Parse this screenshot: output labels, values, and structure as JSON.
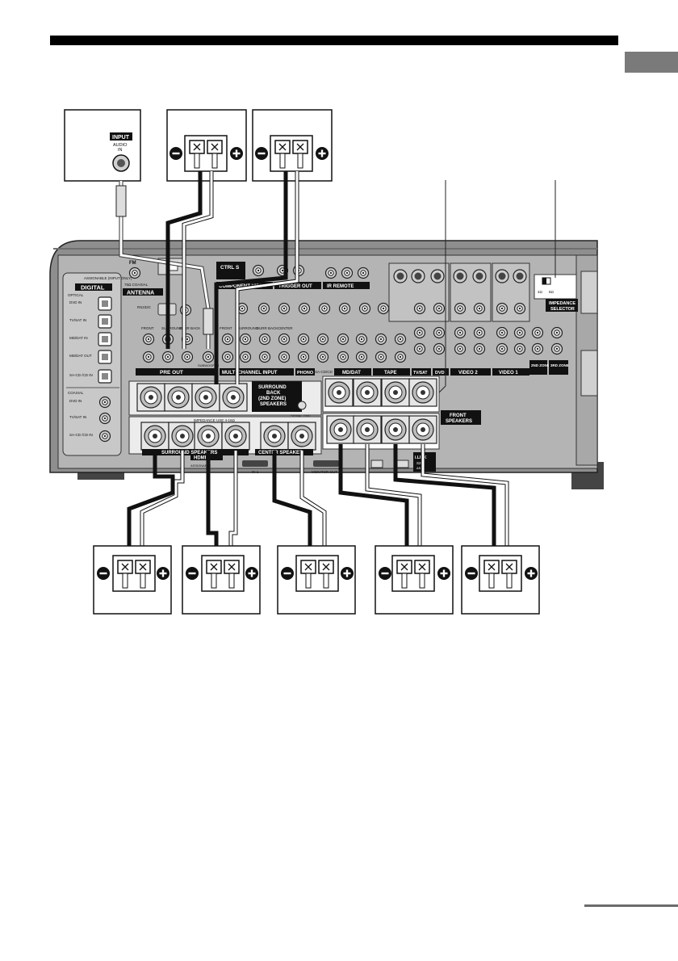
{
  "diagram": {
    "subwoofer_box": {
      "input": "INPUT",
      "audio_in_1": "AUDIO",
      "audio_in_2": "IN"
    },
    "rear_panel": {
      "digital_header": "DIGITAL",
      "assignable_input_only": "ASSIGNABLE (INPUT ONLY)",
      "optical": "OPTICAL",
      "optical_inputs": [
        "DVD IN",
        "TV/SAT IN",
        "MD/DAT IN",
        "MD/DAT OUT",
        "SA-CD /CD IN"
      ],
      "coaxial": "COAXIAL",
      "coaxial_inputs": [
        "DVD IN",
        "TV/SAT IN",
        "SA-CD /CD IN"
      ],
      "fm": "FM",
      "fm_coaxial": "75Ω COAXIAL",
      "antenna": "ANTENNA",
      "rs232c": "RS232C",
      "ctrl_s": "CTRL S",
      "component_video": "COMPONENT VIDEO",
      "trigger_out": "TRIGGER OUT",
      "ir_remote": "IR REMOTE",
      "preout": "PRE OUT",
      "multi_channel_input": "MULTI CHANNEL INPUT",
      "preout_cols": [
        "FRONT",
        "SURROUND",
        "SURR BACK"
      ],
      "multi_cols": [
        "FRONT",
        "SURROUND",
        "SURR BACK",
        "CENTER"
      ],
      "subwoofer": "SUBWOOFER",
      "phono": "PHONO",
      "sa_cd_cd": "SA-CD/CD",
      "md_dat": "MD/DAT",
      "tape": "TAPE",
      "tv_sat": "TV/SAT",
      "dvd": "DVD",
      "video2": "VIDEO 2",
      "video1": "VIDEO 1",
      "zone2": "2ND ZONE",
      "zone3": "3RD ZONE",
      "surround_back_speakers": [
        "SURROUND",
        "BACK",
        "(2ND ZONE)",
        "SPEAKERS"
      ],
      "signal_gnd": "SIGNAL GND",
      "front_speakers": [
        "FRONT",
        "SPEAKERS"
      ],
      "impedance_use": "IMPEDANCE USE 4-16Ω",
      "surround_speakers": "SURROUND SPEAKERS",
      "center_speaker": "CENTER SPEAKER",
      "hdmi": "HDMI",
      "hdmi_in1": "IN 1",
      "hdmi_monitor_out": "MONITOR OUT",
      "assignable": "ASSIGNABLE",
      "impedance_selector": [
        "IMPEDANCE",
        "SELECTOR"
      ],
      "imp_values": [
        "4Ω",
        "8Ω"
      ],
      "ilink": "i.LINK",
      "ilink_s200": "S200",
      "ilink_as": "AS"
    }
  }
}
